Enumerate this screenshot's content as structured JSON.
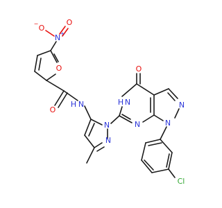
{
  "molecule": {
    "atom_labels": {
      "nitro_oxide": "O",
      "nitro_oxide_charge": "−",
      "nitro_n": "N",
      "nitro_n_charge": "+",
      "nitro_oxo": "O",
      "furan_o": "O",
      "amide_o": "O",
      "amide_nh": "N",
      "amide_h": "H",
      "pyrazole_n1": "N",
      "pyrazole_n2": "N",
      "pyrim_nh": "N",
      "pyrim_h": "H",
      "pyrim_n": "N",
      "oxo_o": "O",
      "pz_n_right": "N",
      "pz_n_bottom": "N",
      "chlorine": "Cl"
    },
    "colors": {
      "carbon_bond": "#1a1a1a",
      "nitrogen": "#2b35d8",
      "oxygen": "#e8110f",
      "chlorine": "#33a833"
    }
  }
}
